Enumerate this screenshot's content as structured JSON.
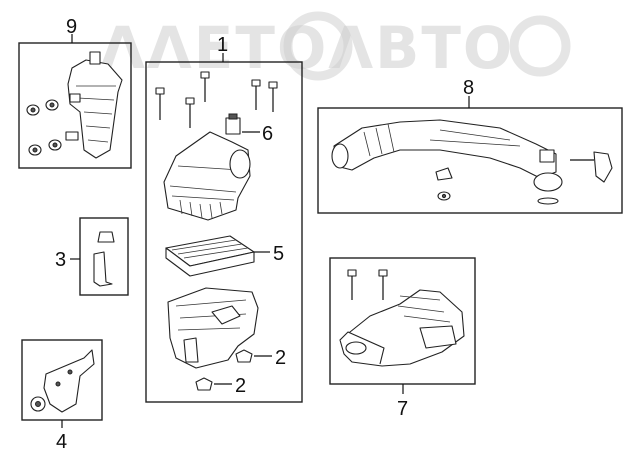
{
  "watermark": {
    "text": "ΛΛΕΤΟΛΒΤΟ"
  },
  "callouts": {
    "c1": "1",
    "c2a": "2",
    "c2b": "2",
    "c3": "3",
    "c4": "4",
    "c5": "5",
    "c6": "6",
    "c7": "7",
    "c8": "8",
    "c9": "9"
  },
  "colors": {
    "line": "#222222",
    "watermark": "#cfcfcf",
    "background": "#ffffff"
  }
}
